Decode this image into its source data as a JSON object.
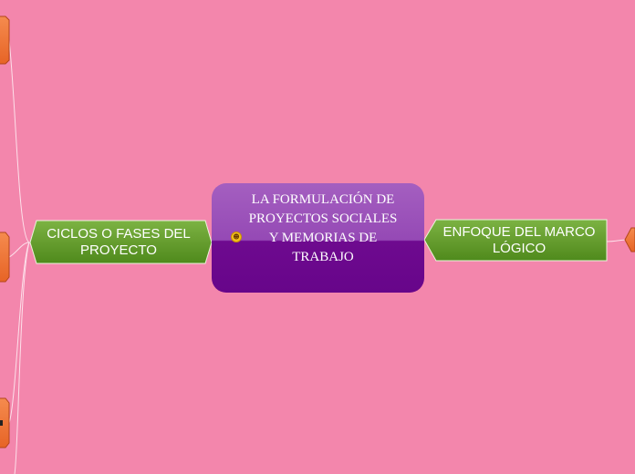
{
  "central_topic": {
    "title": "LA FORMULACIÓN DE PROYECTOS SOCIALES Y MEMORIAS DE TRABAJO",
    "icon": "smiley-emoji-icon"
  },
  "branches": {
    "left": {
      "label": "CICLOS O FASES DEL PROYECTO"
    },
    "right": {
      "label": "ENFOQUE DEL MARCO LÓGICO"
    }
  },
  "colors": {
    "background": "#f386ac",
    "central_top": "#9c55bb",
    "central_bottom": "#6a078c",
    "branch_fill": "#5e9a2a",
    "subtopic_fill": "#f07a3c"
  }
}
